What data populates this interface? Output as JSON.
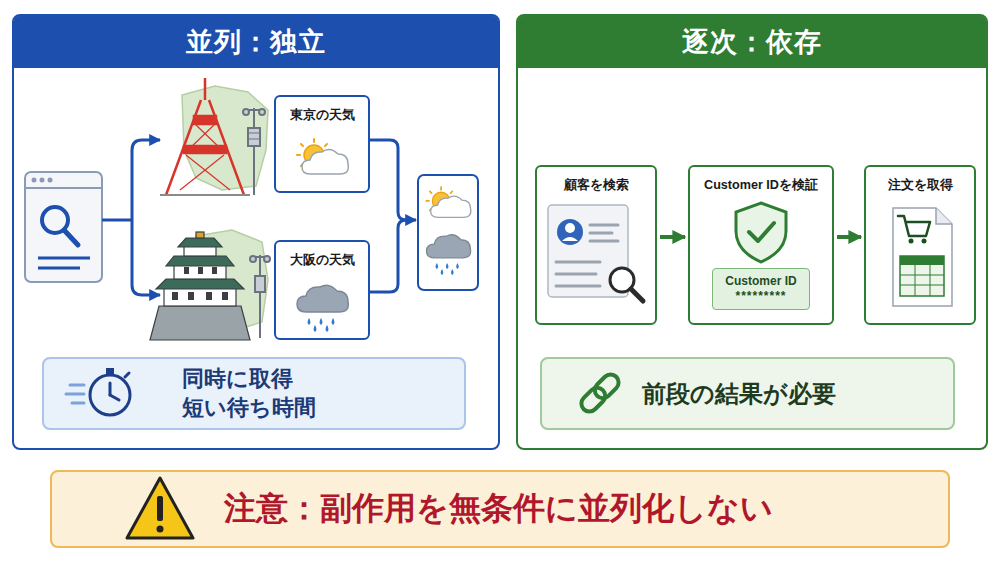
{
  "diagram": {
    "nodes": [
      {
        "text": [
          "並列：独立"
        ]
      },
      {
        "text": [
          "東京の天気"
        ],
        "in": 0
      },
      {
        "text": [
          "大阪の天気"
        ],
        "in": 0
      },
      {
        "text": [
          "同時に取得 短い待ち時間"
        ],
        "in": 0
      },
      {
        "text": [
          "逐次：依存"
        ]
      },
      {
        "text": [
          "顧客を検索"
        ],
        "in": 4
      },
      {
        "text": [
          "Customer IDを検証"
        ],
        "in": 4
      },
      {
        "text": [
          "Customer ID",
          "*********"
        ],
        "in": 6
      },
      {
        "text": [
          "注文を取得"
        ],
        "in": 4
      },
      {
        "text": [
          "前段の結果が必要"
        ],
        "in": 4
      },
      {
        "text": [
          "注意：副作用を無条件に並列化しない"
        ]
      }
    ],
    "edges": [
      {
        "from": 5,
        "to": 6,
        "arrow": "to"
      },
      {
        "from": 6,
        "to": 8,
        "arrow": "to"
      }
    ]
  }
}
